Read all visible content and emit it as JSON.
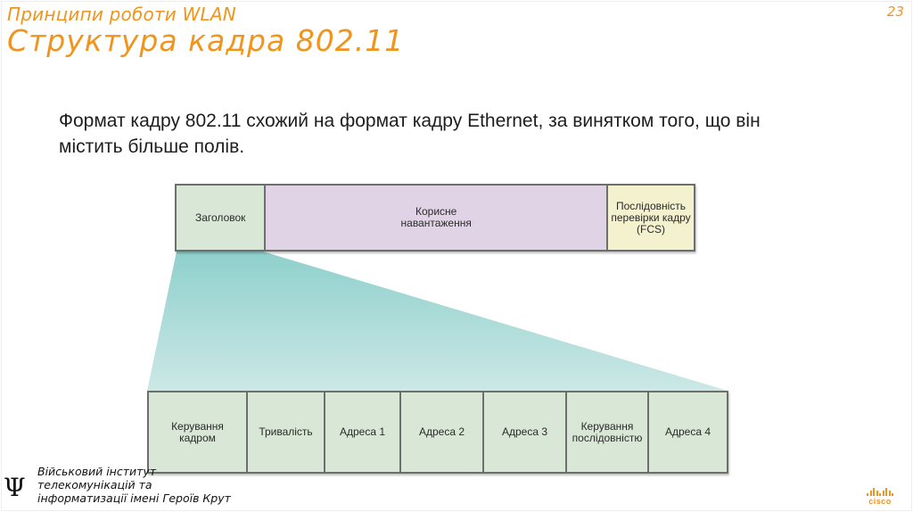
{
  "slide": {
    "subtitle": "Принципи роботи WLAN",
    "title": "Структура кадра 802.11",
    "page_number": "23"
  },
  "intro_text": "Формат кадру 802.11 схожий на формат кадру Ethernet, за винятком того, що він містить більше полів.",
  "frame": {
    "top_fields": [
      {
        "label": "Заголовок",
        "color": "#d9e8d6"
      },
      {
        "label": "Корисне навантаження",
        "color": "#e0d3e6"
      },
      {
        "label": "Послідовність перевірки кадру (FCS)",
        "color": "#f4f1cf"
      }
    ],
    "header_fields": [
      {
        "label": "Керування кадром"
      },
      {
        "label": "Тривалість"
      },
      {
        "label": "Адреса 1"
      },
      {
        "label": "Адреса 2"
      },
      {
        "label": "Адреса 3"
      },
      {
        "label": "Керування послідовністю"
      },
      {
        "label": "Адреса 4"
      }
    ],
    "expand_gradient": [
      "#8fd0cc",
      "#cbe8e6"
    ]
  },
  "footer": {
    "logo_symbol": "Ψ",
    "institution": "Військовий інститут телекомунікацій та інформатизації імені Героїв Крут",
    "brand": "cisco"
  },
  "colors": {
    "accent": "#f0941c",
    "border": "#6e6e6e"
  }
}
